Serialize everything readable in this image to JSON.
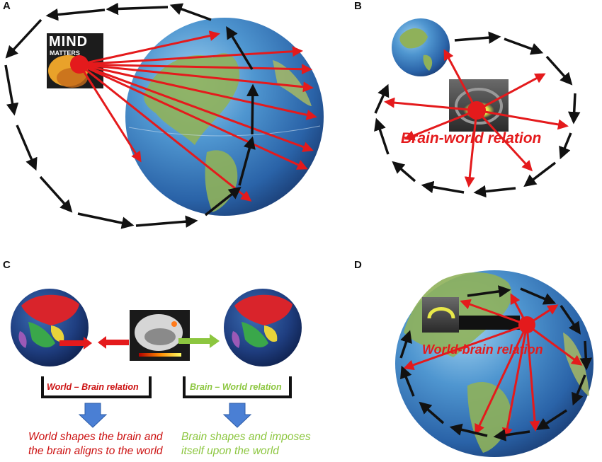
{
  "panels": {
    "a": {
      "label": "A",
      "logo_word": "MIND",
      "logo_sub": "MATTERS"
    },
    "b": {
      "label": "B",
      "relation_text": "Brain-world relation"
    },
    "c": {
      "label": "C",
      "left_bracket_text": "World – Brain relation",
      "right_bracket_text": "Brain – World relation",
      "left_caption_line1": "World shapes the brain and",
      "left_caption_line2": "the brain aligns to the world",
      "right_caption_line1": "Brain shapes and imposes",
      "right_caption_line2": "itself upon the world"
    },
    "d": {
      "label": "D",
      "relation_text": "World-brain relation"
    }
  },
  "colors": {
    "red_arrow": "#e41a1c",
    "black_arrow": "#111111",
    "world_brain_text": "#cc1111",
    "brain_world_text": "#8cc63f",
    "blue_arrow": "#4a7fd4",
    "ocean": "#2f6db3",
    "land": "#8fb15a"
  }
}
